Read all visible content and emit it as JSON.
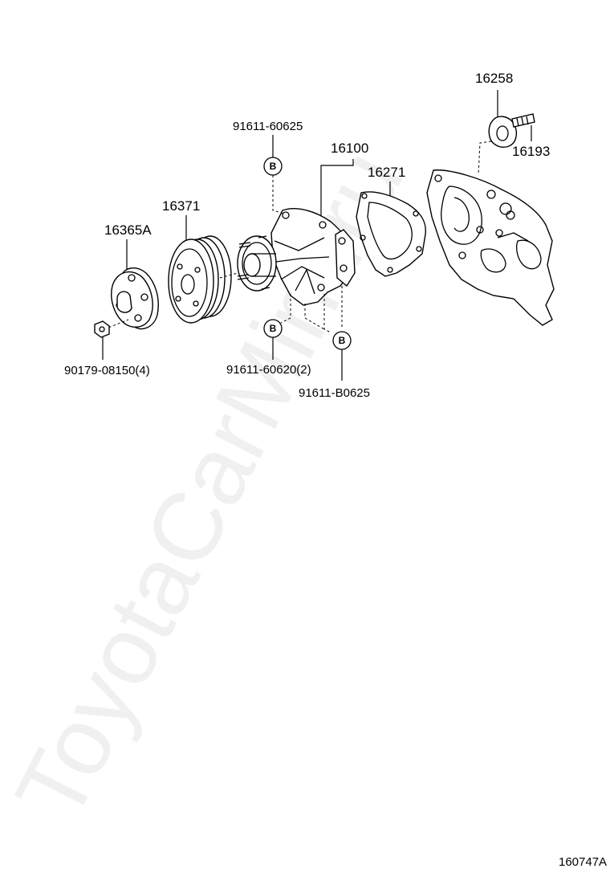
{
  "watermark": "ToyotaCarMint.ru",
  "diagram_id": "160747A",
  "marker_letter": "B",
  "parts": {
    "p16258": "16258",
    "p16193": "16193",
    "p16100": "16100",
    "p16271": "16271",
    "p91611_60625": "91611-60625",
    "p16371": "16371",
    "p16365a": "16365A",
    "p90179_08150": "90179-08150(4)",
    "p91611_60620": "91611-60620(2)",
    "p91611_b0625": "91611-B0625"
  }
}
